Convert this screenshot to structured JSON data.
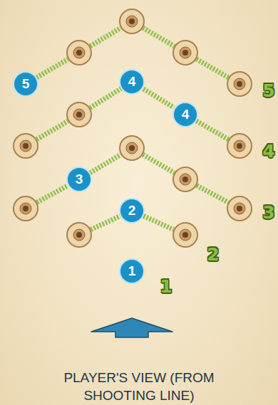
{
  "diagram": {
    "caption": "PLAYER'S VIEW (FROM SHOOTING LINE)",
    "nodes": [
      {
        "text": [
          "5"
        ]
      },
      {
        "text": [
          "4"
        ]
      },
      {
        "text": [
          "4"
        ]
      },
      {
        "text": [
          "3"
        ]
      },
      {
        "text": [
          "2"
        ]
      },
      {
        "text": [
          "1"
        ]
      }
    ],
    "edges": [
      {
        "from": 1,
        "to": 2,
        "arrow": "none"
      }
    ],
    "labels": [
      "5",
      "4",
      "3",
      "2",
      "1"
    ]
  }
}
